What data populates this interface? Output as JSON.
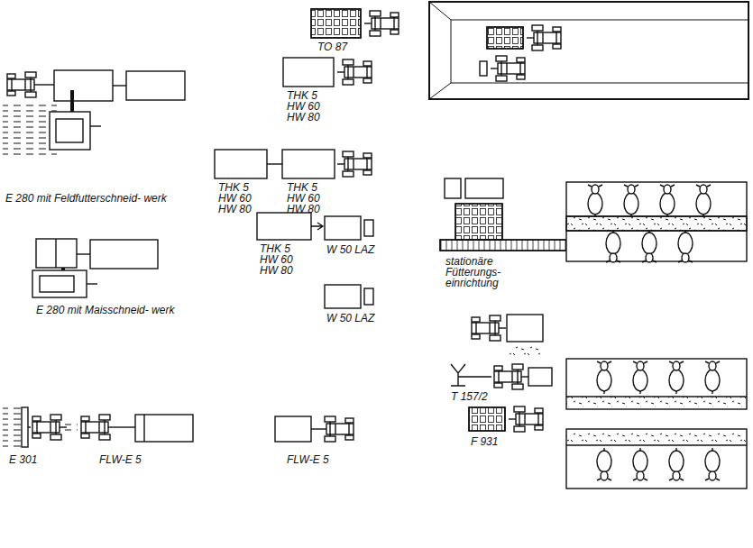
{
  "diagram": {
    "labels": [
      "TO 87",
      "THK 5 HW 60 HW 80",
      "E 280 mit Feldfutterschneid- werk",
      "THK 5 HW 60 HW 80",
      "THK 5 HW 60 HW 80",
      "THK 5 HW 60 HW 80",
      "W 50 LAZ",
      "stationäre Fütterungs- einrichtung",
      "E 280 mit Maisschneid- werk",
      "W 50 LAZ",
      "T 157/2",
      "F 931",
      "E 301",
      "FLW-E 5",
      "FLW-E 5"
    ]
  }
}
